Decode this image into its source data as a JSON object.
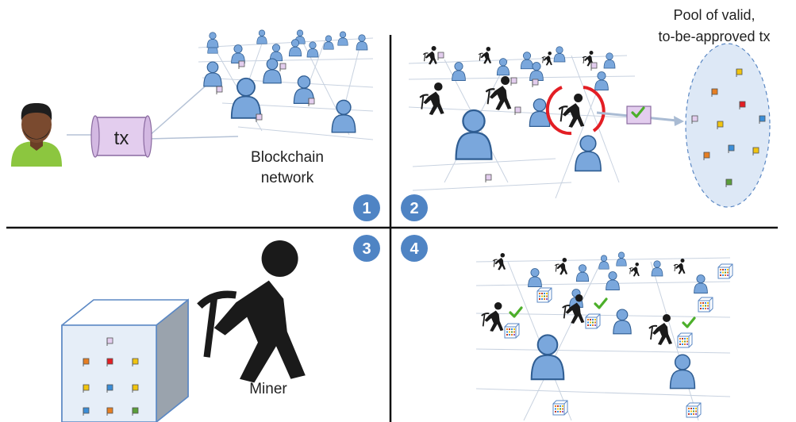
{
  "panel1": {
    "tx_label": "tx",
    "network_label_line1": "Blockchain",
    "network_label_line2": "network",
    "step": "1"
  },
  "panel2": {
    "pool_label_line1": "Pool of valid,",
    "pool_label_line2": "to-be-approved tx",
    "step": "2"
  },
  "panel3": {
    "miner_label": "Miner",
    "step": "3"
  },
  "panel4": {
    "step": "4"
  },
  "colors": {
    "person_blue": "#7aa7dc",
    "person_outline": "#2f5d92",
    "tx_purple": "#e3cdee",
    "badge_blue": "#4f84c4",
    "pool_fill": "#dde8f6",
    "check_green": "#4caf2a",
    "highlight_red": "#e31e24"
  }
}
